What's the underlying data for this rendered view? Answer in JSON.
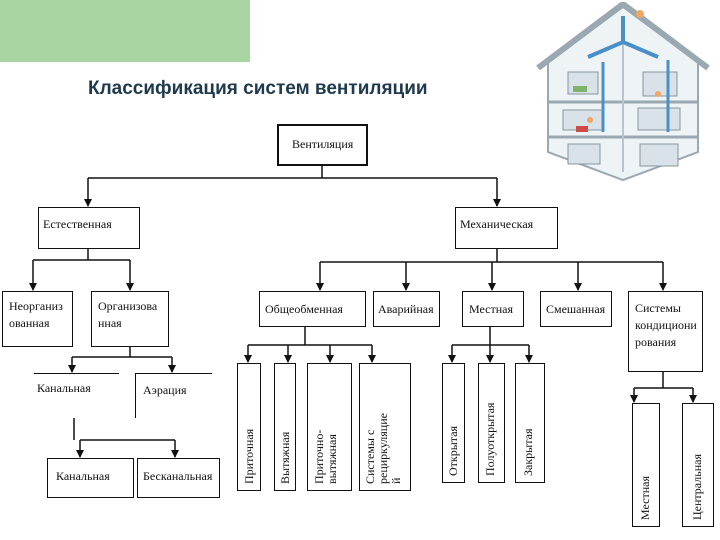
{
  "slide": {
    "title": "Классификация систем вентиляции"
  },
  "colors": {
    "accent": "#a8d5a2",
    "title_text": "#1f3a4d",
    "line": "#111111"
  },
  "diagram": {
    "root": "Вентиляция",
    "level1": [
      "Естественная",
      "Механическая"
    ],
    "natural": [
      "Неорганиз\nованная",
      "Организова\nнная"
    ],
    "natural_organized": [
      "Канальная",
      "Аэрация"
    ],
    "natural_channel": [
      "Канальная",
      "Бесканальная"
    ],
    "mechanical": [
      "Общеобменная",
      "Аварийная",
      "Местная",
      "Смешанная",
      "Системы\nкондициони\nрования"
    ],
    "general_exchange": [
      "Приточная",
      "Вытяжная",
      "Приточно-\nвытяжная",
      "Системы с\nрециркуляцие\nй"
    ],
    "local": [
      "Открытая",
      "Полуоткрытая",
      "Закрытая"
    ],
    "air_conditioning": [
      "Местная",
      "Центральная"
    ]
  }
}
